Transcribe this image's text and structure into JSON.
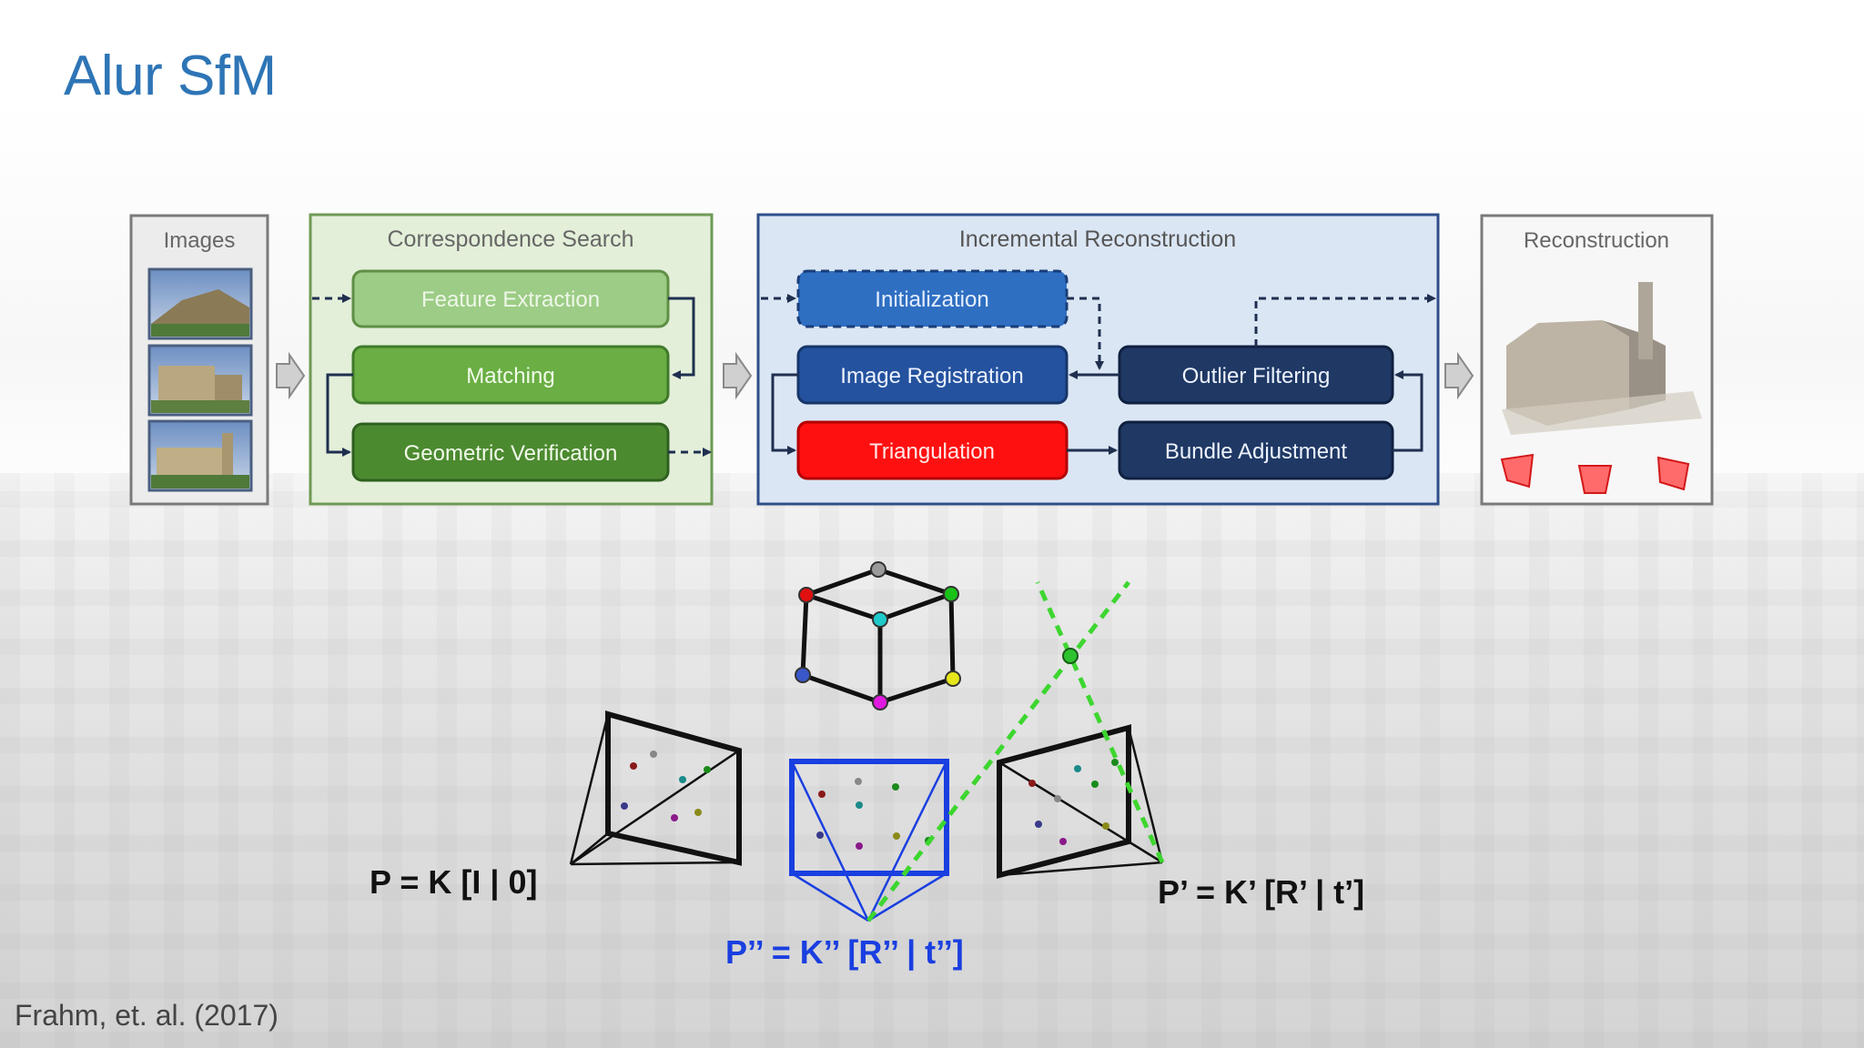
{
  "slide": {
    "title": "Alur SfM",
    "citation": "Frahm, et. al. (2017)"
  },
  "pipeline": {
    "images": {
      "title": "Images"
    },
    "correspondence": {
      "title": "Correspondence Search",
      "steps": [
        "Feature Extraction",
        "Matching",
        "Geometric Verification"
      ]
    },
    "incremental": {
      "title": "Incremental Reconstruction",
      "initialization": "Initialization",
      "image_registration": "Image Registration",
      "triangulation": "Triangulation",
      "outlier_filtering": "Outlier Filtering",
      "bundle_adjustment": "Bundle Adjustment"
    },
    "reconstruction": {
      "title": "Reconstruction"
    }
  },
  "geometry": {
    "camera_left": "P = K [I | 0]",
    "camera_middle": "P’’ = K’’ [R’’ | t’’]",
    "camera_right": "P’ = K’ [R’ | t’]"
  },
  "colors": {
    "title_blue": "#2e75b6",
    "green_panel": "#e3efd9",
    "blue_panel": "#dbe6f4",
    "triangulation_red": "#ff1010",
    "dark_navy": "#1f3864",
    "middle_camera_blue": "#1a3fe0",
    "ray_green": "#3dd62f"
  }
}
